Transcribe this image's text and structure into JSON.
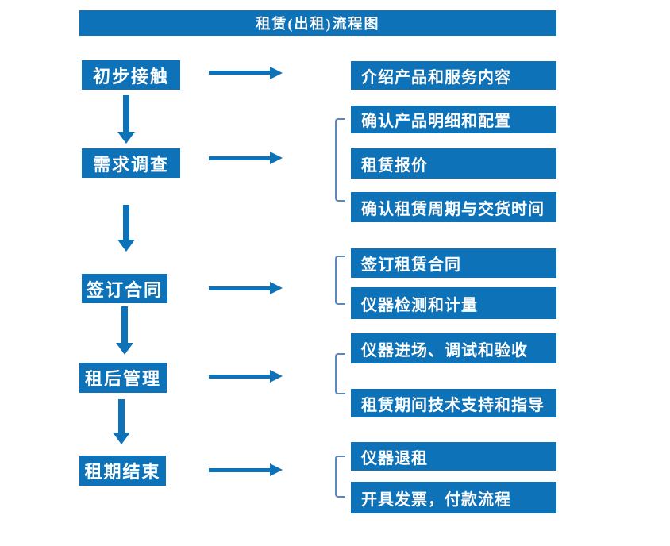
{
  "title": "租赁(出租)流程图",
  "colors": {
    "primary": "#0e72b8",
    "bracket": "#5d87bb",
    "text_on_primary": "#ffffff",
    "background": "#ffffff"
  },
  "steps": [
    {
      "label": "初步接触",
      "details": [
        "介绍产品和服务内容"
      ]
    },
    {
      "label": "需求调查",
      "details": [
        "确认产品明细和配置",
        "租赁报价",
        "确认租赁周期与交货时间"
      ]
    },
    {
      "label": "签订合同",
      "details": [
        "签订租赁合同",
        "仪器检测和计量"
      ]
    },
    {
      "label": "租后管理",
      "details": [
        "仪器进场、调试和验收",
        "租赁期间技术支持和指导"
      ]
    },
    {
      "label": "租期结束",
      "details": [
        "仪器退租",
        "开具发票，付款流程"
      ]
    }
  ]
}
